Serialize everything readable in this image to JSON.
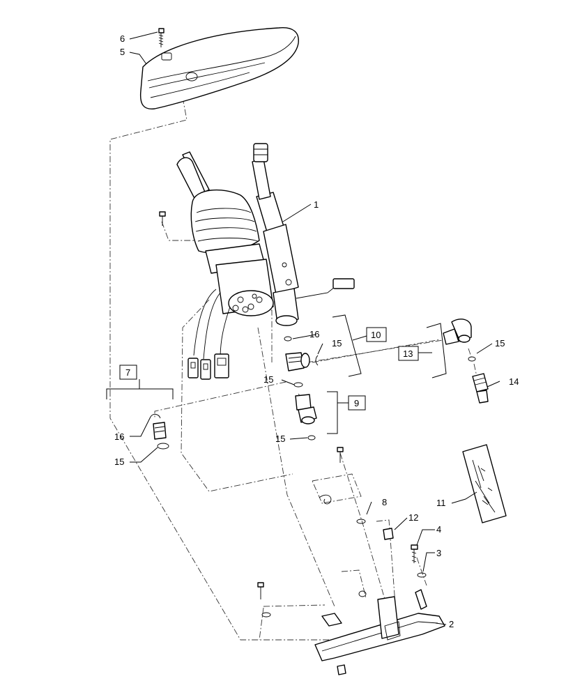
{
  "callouts": [
    {
      "id": "c1",
      "text": "1"
    },
    {
      "id": "c2",
      "text": "2"
    },
    {
      "id": "c3",
      "text": "3"
    },
    {
      "id": "c4",
      "text": "4"
    },
    {
      "id": "c5",
      "text": "5"
    },
    {
      "id": "c6",
      "text": "6"
    },
    {
      "id": "c7",
      "text": "7",
      "boxed": true
    },
    {
      "id": "c8",
      "text": "8"
    },
    {
      "id": "c9",
      "text": "9",
      "boxed": true
    },
    {
      "id": "c10",
      "text": "10",
      "boxed": true
    },
    {
      "id": "c11",
      "text": "11"
    },
    {
      "id": "c12",
      "text": "12"
    },
    {
      "id": "c13",
      "text": "13",
      "boxed": true
    },
    {
      "id": "c14",
      "text": "14"
    },
    {
      "id": "c15a",
      "text": "15"
    },
    {
      "id": "c15b",
      "text": "15"
    },
    {
      "id": "c15c",
      "text": "15"
    },
    {
      "id": "c15d",
      "text": "15"
    },
    {
      "id": "c15e",
      "text": "15"
    },
    {
      "id": "c16a",
      "text": "16"
    },
    {
      "id": "c16b",
      "text": "16"
    }
  ]
}
